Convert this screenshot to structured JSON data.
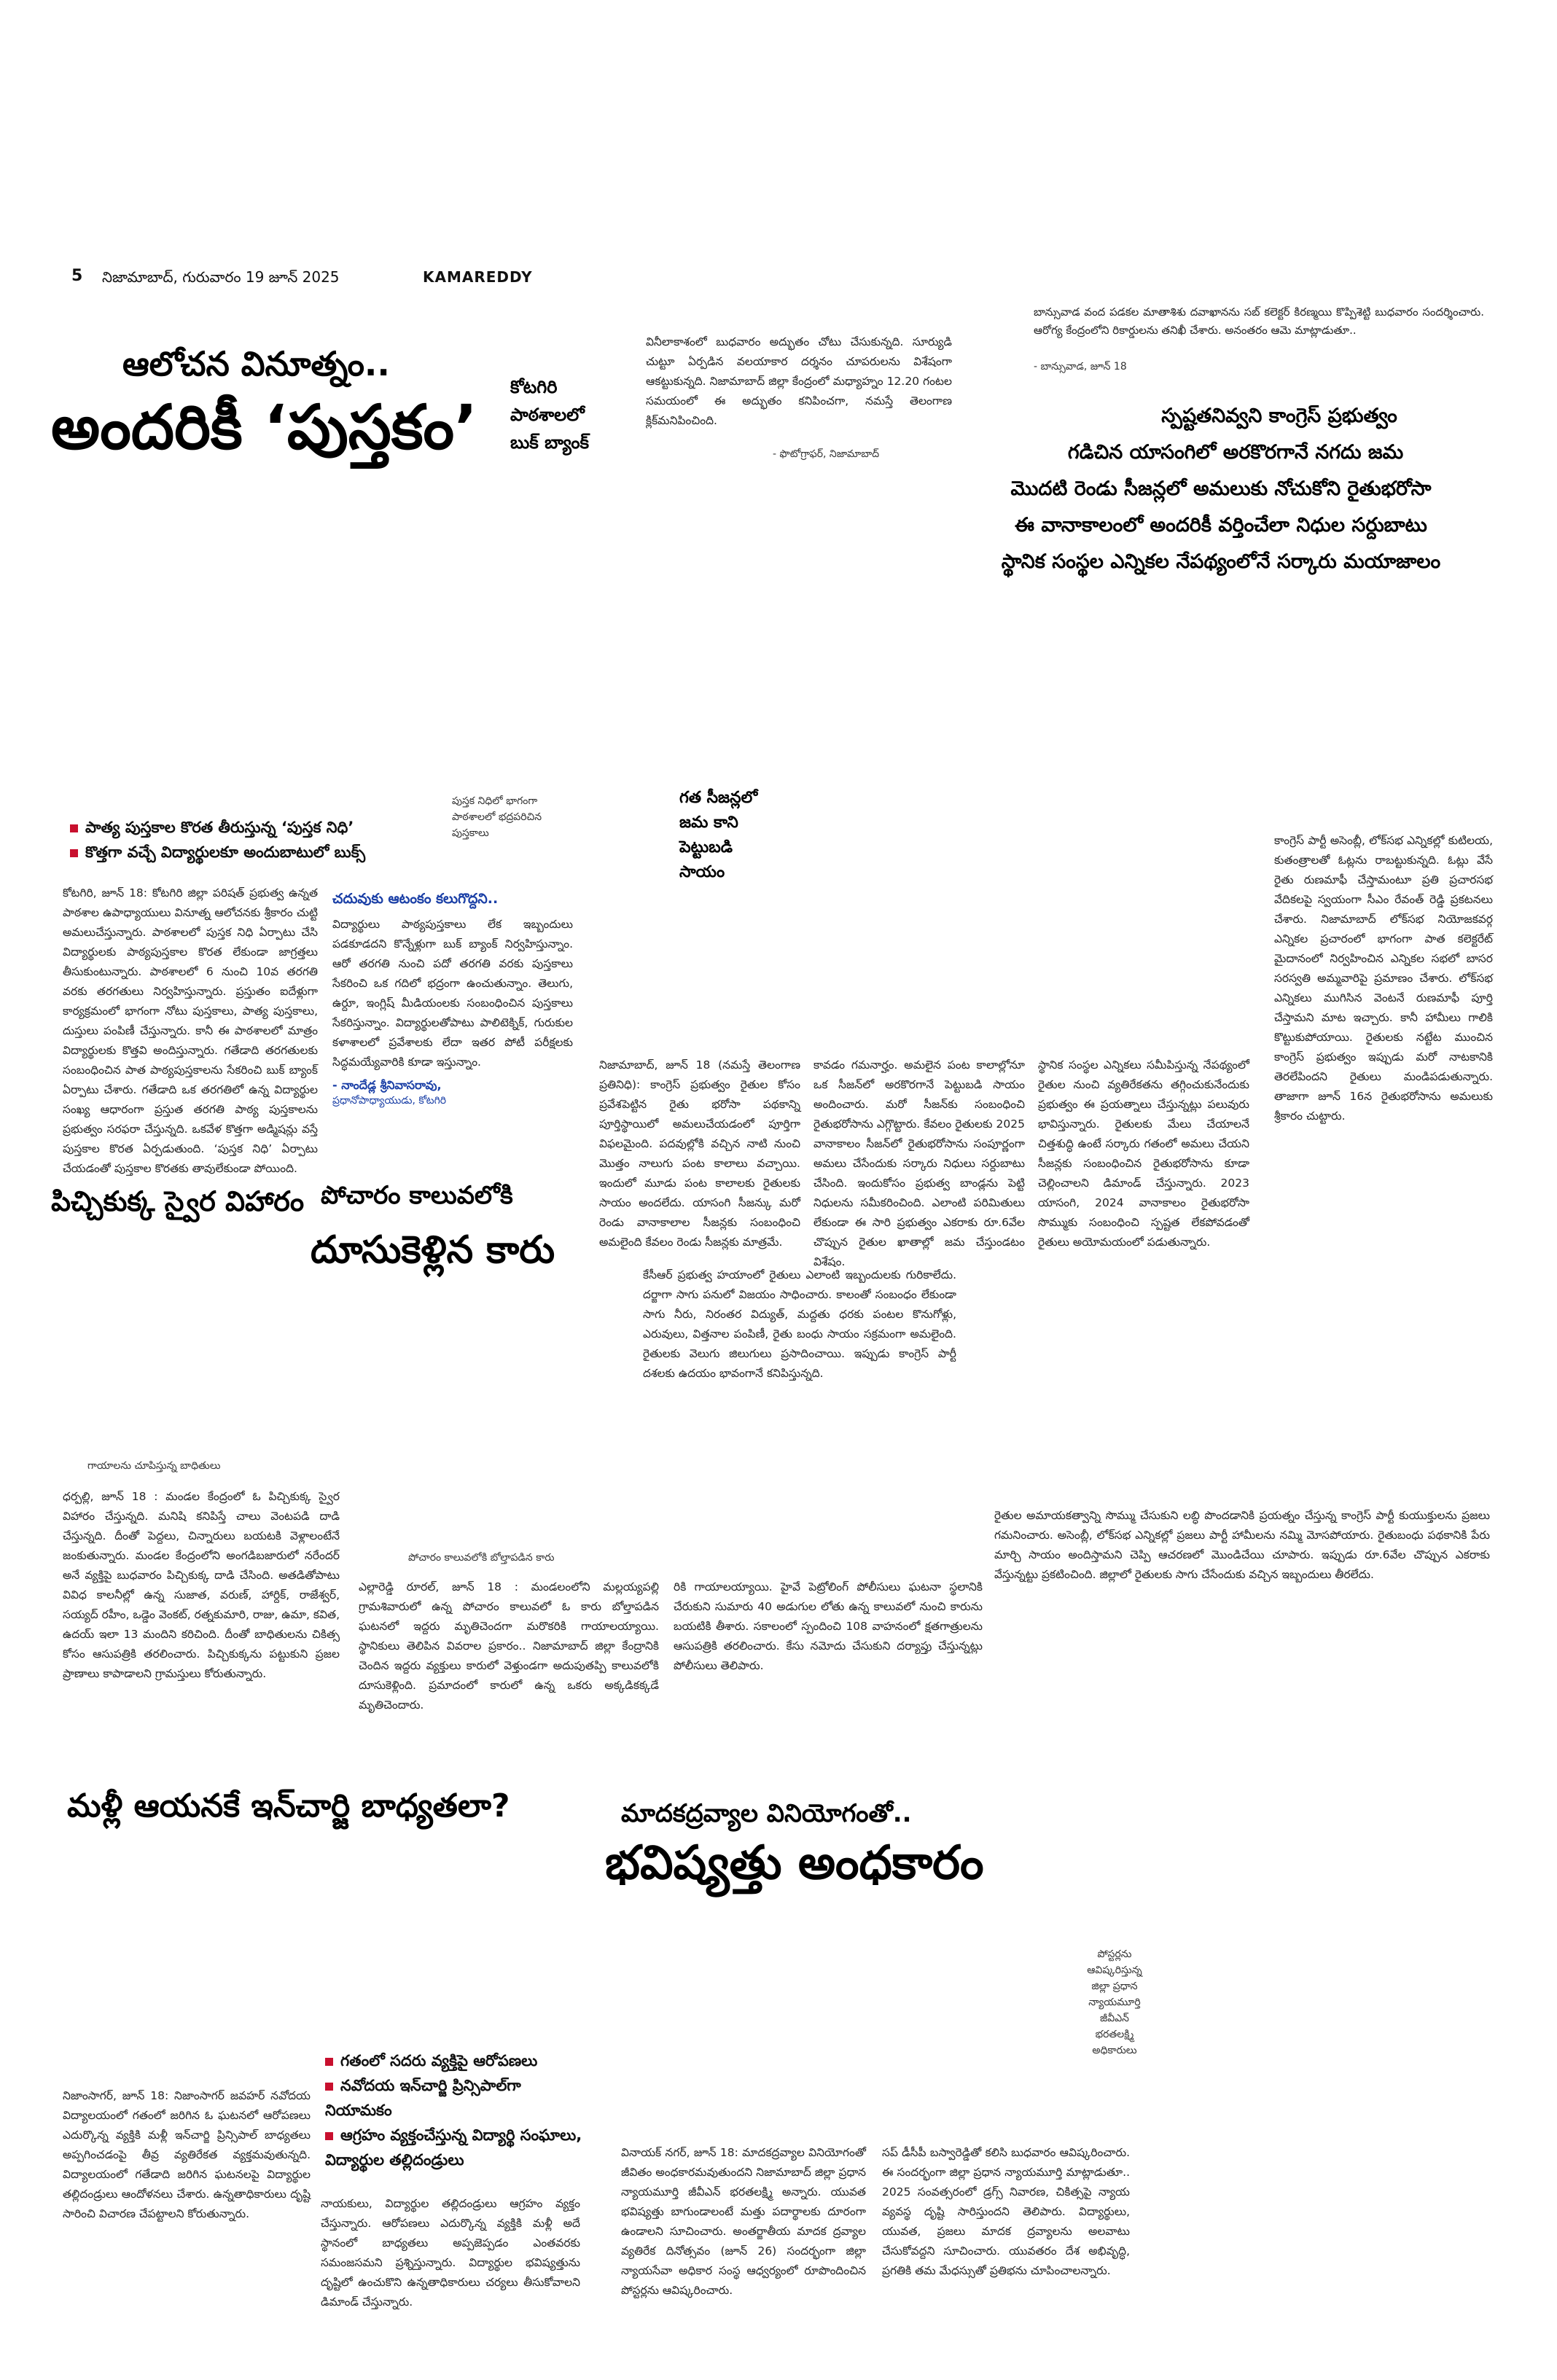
{
  "header": {
    "page_no": "5",
    "dateline": "నిజామాబాద్, గురువారం 19 జూన్ 2025",
    "edition": "KAMAREDDY"
  },
  "book_story": {
    "kicker": "ఆలోచన వినూత్నం..",
    "headline": "అందరికీ ‘పుస్తకం’",
    "side_label": [
      "కోటగిరి",
      "పాఠశాలలో",
      "బుక్ బ్యాంక్"
    ],
    "bullets": [
      "పాత్య పుస్తకాల కొరత తీరుస్తున్న ‘పుస్తక నిధి’",
      "కొత్తగా వచ్చే విద్యార్థులకూ అందుబాటులో బుక్స్"
    ],
    "photo_caption": [
      "పుస్తక నిధిలో భాగంగా",
      "పాఠశాలలో భద్రపరిచిన",
      "పుస్తకాలు"
    ],
    "body": "కోటగిరి, జూన్ 18: కోటగిరి జిల్లా పరిషత్ ప్రభుత్వ ఉన్నత పాఠశాల ఉపాధ్యాయులు వినూత్న ఆలోచనకు శ్రీకారం చుట్టి అమలుచేస్తున్నారు. పాఠశాలలో పుస్తక నిధి ఏర్పాటు చేసి విద్యార్థులకు పాఠ్యపుస్తకాల కొరత లేకుండా జాగ్రత్తలు తీసుకుంటున్నారు. పాఠశాలలో 6 నుంచి 10వ తరగతి వరకు తరగతులు నిర్వహిస్తున్నారు. ప్రస్తుతం ఐదేళ్లుగా కార్యక్రమంలో భాగంగా నోటు పుస్తకాలు, పాత్య పుస్తకాలు, దుస్తులు పంపిణీ చేస్తున్నారు. కానీ ఈ పాఠశాలలో మాత్రం విద్యార్థులకు కొత్తవి అందిస్తున్నారు. గతేడాది తరగతులకు సంబంధించిన పాత పాఠ్యపుస్తకాలను సేకరించి బుక్ బ్యాంక్ ఏర్పాటు చేశారు. గతేడాది ఒక తరగతిలో ఉన్న విద్యార్థుల సంఖ్య ఆధారంగా ప్రస్తుత తరగతి పాఠ్య పుస్తకాలను ప్రభుత్వం సరఫరా చేస్తున్నది. ఒకవేళ కొత్తగా అడ్మిషన్లు వస్తే పుస్తకాల కొరత ఏర్పడుతుంది. ‘పుస్తక నిధి’ ఏర్పాటు చేయడంతో పుస్తకాల కొరతకు తావులేకుండా పోయింది.",
    "sub_head": "చదువుకు ఆటంకం కలుగొద్దని..",
    "sub_body": "విద్యార్థులు పాఠ్యపుస్తకాలు లేక ఇబ్బందులు పడకూడదని కొన్నేళ్లుగా బుక్ బ్యాంక్ నిర్వహిస్తున్నాం. ఆరో తరగతి నుంచి పదో తరగతి వరకు పుస్తకాలు సేకరించి ఒక గదిలో భద్రంగా ఉంచుతున్నాం. తెలుగు, ఉర్దూ, ఇంగ్లిష్ మీడియంలకు సంబంధించిన పుస్తకాలు సేకరిస్తున్నాం. విద్యార్థులతోపాటు పాలిటెక్నిక్, గురుకుల కళాశాలలో ప్రవేశాలకు లేదా ఇతర పోటీ పరీక్షలకు సిద్ధమయ్యేవారికి కూడా ఇస్తున్నాం.",
    "byline_name": "- నాందేడ్ల శ్రీనివాసరావు,",
    "byline_role": "ప్రధానోపాధ్యాయుడు, కోటగిరి"
  },
  "sky_brief": {
    "text": "వినీలాకాశంలో బుధవారం అద్భుతం చోటు చేసుకున్నది. సూర్యుడి చుట్టూ ఏర్పడిన వలయాకార దర్శనం చూపరులను విశేషంగా ఆకట్టుకున్నది. నిజామాబాద్ జిల్లా కేంద్రంలో మధ్యాహ్నం 12.20 గంటల సమయంలో ఈ అద్భుతం కనిపించగా, నమస్తే తెలంగాణ క్లిక్‌మనిపించింది.",
    "credit": "- ఫొటోగ్రాఫర్, నిజామాబాద్"
  },
  "collector_brief": {
    "text": "బాన్సువాడ వంద పడకల మాతాశిశు దవాఖానను సబ్ కలెక్టర్ కిరణ్మయి కొప్పిశెట్టి బుధవారం సందర్శించారు. ఆరోగ్య కేంద్రంలోని రికార్డులను తనిఖీ చేశారు. అనంతరం ఆమె మాట్లాడుతూ..",
    "credit": "- బాన్సువాడ, జూన్ 18"
  },
  "congress_story": {
    "headlines": [
      "స్పష్టతనివ్వని కాంగ్రెస్ ప్రభుత్వం",
      "గడిచిన యాసంగిలో అరకొరగానే నగదు జమ",
      "మొదటి రెండు సీజన్లలో అమలుకు నోచుకోని రైతుభరోసా",
      "ఈ వానాకాలంలో అందరికీ వర్తించేలా నిధుల సర్దుబాటు",
      "స్థానిక సంస్థల ఎన్నికల నేపథ్యంలోనే సర్కారు మయాజాలం"
    ],
    "box_label": [
      "గత సీజన్లలో",
      "జమ కాని",
      "పెట్టుబడి",
      "సాయం"
    ],
    "col1": "నిజామాబాద్, జూన్ 18 (నమస్తే తెలంగాణ ప్రతినిధి): కాంగ్రెస్ ప్రభుత్వం రైతుల కోసం ప్రవేశపెట్టిన రైతు భరోసా పథకాన్ని పూర్తిస్థాయిలో అమలుచేయడంలో పూర్తిగా విఫలమైంది. పదవుల్లోకి వచ్చిన నాటి నుంచి మొత్తం నాలుగు పంట కాలాలు వచ్చాయి. ఇందులో మూడు పంట కాలాలకు రైతులకు సాయం అందలేదు. యాసంగి సీజన్కు మరో రెండు వానాకాలాల సీజన్లకు సంబంధించి అమలైంది కేవలం రెండు సీజన్లకు మాత్రమే.",
    "col2": "కావడం గమనార్హం. అమలైన పంట కాలాల్లోనూ ఒక సీజన్‌లో అరకొరగానే పెట్టుబడి సాయం అందించారు. మరో సీజన్‌కు సంబంధించి రైతుభరోసాను ఎగ్గొట్టారు. కేవలం రైతులకు 2025 వానాకాలం సీజన్‌లో రైతుభరోసాను సంపూర్ణంగా అమలు చేసేందుకు సర్కారు నిధులు సర్దుబాటు చేసింది. ఇందుకోసం ప్రభుత్వ బాండ్లను పెట్టి నిధులను సమీకరించింది. ఎలాంటి పరిమితులు లేకుండా ఈ సారి ప్రభుత్వం ఎకరాకు రూ.6వేల చొప్పున రైతుల ఖాతాల్లో జమ చేస్తుండటం విశేషం.",
    "col3": "స్థానిక సంస్థల ఎన్నికలు సమీపిస్తున్న నేపథ్యంలో రైతుల నుంచి వ్యతిరేకతను తగ్గించుకునేందుకు ప్రభుత్వం ఈ ప్రయత్నాలు చేస్తున్నట్లు పలువురు భావిస్తున్నారు. రైతులకు మేలు చేయాలనే చిత్తశుద్ధి ఉంటే సర్కారు గతంలో అమలు చేయని సీజన్లకు సంబంధించిన రైతుభరోసాను కూడా చెల్లించాలని డిమాండ్ చేస్తున్నారు. 2023 యాసంగి, 2024 వానాకాలం రైతుభరోసా సొమ్ముకు సంబంధించి స్పష్టత లేకపోవడంతో రైతులు అయోమయంలో పడుతున్నారు.",
    "col4": "కాంగ్రెస్ పార్టీ అసెంబ్లీ, లోక్‌సభ ఎన్నికల్లో కుటిలయ, కుతంత్రాలతో ఓట్లను రాబట్టుకున్నది. ఓట్లు వేసే రైతు రుణమాఫీ చేస్తామంటూ ప్రతి ప్రచారసభ వేదికలపై స్వయంగా సీఎం రేవంత్ రెడ్డి ప్రకటనలు చేశారు. నిజామాబాద్ లోక్‌సభ నియోజకవర్గ ఎన్నికల ప్రచారంలో భాగంగా పాత కలెక్టరేట్ మైదానంలో నిర్వహించిన ఎన్నికల సభలో బాసర సరస్వతి అమ్మవారిపై ప్రమాణం చేశారు. లోక్‌సభ ఎన్నికలు ముగిసిన వెంటనే రుణమాఫీ పూర్తి చేస్తామని మాట ఇచ్చారు. కానీ హామీలు గాలికి కొట్టుకుపోయాయి. రైతులకు నట్టేట ముంచిన కాంగ్రెస్ ప్రభుత్వం ఇప్పుడు మరో నాటకానికి తెరలేపిందని రైతులు మండిపడుతున్నారు. తాజాగా జూన్ 16న రైతుభరోసాను అమలుకు శ్రీకారం చుట్టారు.",
    "bottom_col": "కేసీఆర్ ప్రభుత్వ హయాంలో రైతులు ఎలాంటి ఇబ్బందులకు గురికాలేదు. దర్జాగా సాగు పనులో విజయం సాధించారు. కాలంతో సంబంధం లేకుండా సాగు నీరు, నిరంతర విద్యుత్, మద్దతు ధరకు పంటల కొనుగోళ్లు, ఎరువులు, విత్తనాల పంపిణీ, రైతు బంధు సాయం సక్రమంగా అమలైంది. రైతులకు వెలుగు జిలుగులు ప్రసాదించాయి. ఇప్పుడు కాంగ్రెస్ పార్టీ దశలకు ఉదయం భావంగానే కనిపిస్తున్నది.",
    "bottom_col2": "రైతుల అమాయకత్వాన్ని సొమ్ము చేసుకుని లబ్ధి పొందడానికి ప్రయత్నం చేస్తున్న కాంగ్రెస్ పార్టీ కుయుక్తులను ప్రజలు గమనించారు. అసెంబ్లీ, లోక్‌సభ ఎన్నికల్లో ప్రజలు పార్టీ హామీలను నమ్మి మోసపోయారు. రైతుబంధు పథకానికి పేరు మార్చి సాయం అందిస్తామని చెప్పి ఆచరణలో మొండిచేయి చూపారు. ఇప్పుడు రూ.6వేల చొప్పున ఎకరాకు వేస్తున్నట్టు ప్రకటించింది. జిల్లాలో రైతులకు సాగు చేసేందుకు వచ్చిన ఇబ్బందులు తీరలేదు."
  },
  "pichikukka": {
    "headline": "పిచ్చికుక్క స్వైర విహారం",
    "caption": "గాయాలను చూపిస్తున్న బాధితులు",
    "body": "ధర్పల్లి, జూన్ 18 : మండల కేంద్రంలో ఓ పిచ్చికుక్క స్వైర విహారం చేస్తున్నది. మనిషి కనిపిస్తే చాలు వెంటపడి దాడి చేస్తున్నది. దీంతో పెద్దలు, చిన్నారులు బయటకి వెళ్లాలంటేనే జంకుతున్నారు. మండల కేంద్రంలోని అంగడిబజారులో నరేందర్ అనే వ్యక్తిపై బుధవారం పిచ్చికుక్క దాడి చేసింది. అతడితోపాటు వివిధ కాలనీల్లో ఉన్న సుజాత, వరుణ్, హార్దిక్, రాజేశ్వర్, సయ్యద్ రహీం, ఒడ్డెం వెంకట్, రత్నకుమారి, రాజు, ఉమా, కవిత, ఉదయ్ ఇలా 13 మందిని కరిచింది. దీంతో బాధితులను చికిత్స కోసం ఆసుపత్రికి తరలించారు. పిచ్చికుక్కను పట్టుకుని ప్రజల ప్రాణాలు కాపాడాలని గ్రామస్తులు కోరుతున్నారు."
  },
  "pocharam": {
    "headline_1": "పోచారం కాలువలోకి",
    "headline_2": "దూసుకెళ్లిన కారు",
    "caption": "పోచారం కాలువలోకి బోల్తాపడిన కారు",
    "col1": "ఎల్లారెడ్డి రూరల్, జూన్ 18 : మండలంలోని మల్లయ్యపల్లి గ్రామశివారులో ఉన్న పోచారం కాలువలో ఓ కారు బోల్తాపడిన ఘటనలో ఇద్దరు మృతిచెందగా మరొకరికి గాయాలయ్యాయి. స్థానికులు తెలిపిన వివరాల ప్రకారం.. నిజామాబాద్ జిల్లా కేంద్రానికి చెందిన ఇద్దరు వ్యక్తులు కారులో వెళ్తుండగా అదుపుతప్పి కాలువలోకి దూసుకెళ్లింది. ప్రమాదంలో కారులో ఉన్న ఒకరు అక్కడికక్కడే మృతిచెందారు.",
    "col2": "రికి గాయాలయ్యాయి. హైవే పెట్రోలింగ్ పోలీసులు ఘటనా స్థలానికి చేరుకుని సుమారు 40 అడుగుల లోతు ఉన్న కాలువలో నుంచి కారును బయటికి తీశారు. సకాలంలో స్పందించి 108 వాహనంలో క్షతగాత్రులను ఆసుపత్రికి తరలించారు. కేసు నమోదు చేసుకుని దర్యాప్తు చేస్తున్నట్లు పోలీసులు తెలిపారు."
  },
  "navodaya": {
    "headline": "మళ్లీ ఆయనకే ఇన్‌చార్జి బాధ్యతలా?",
    "bullets": [
      "గతంలో సదరు వ్యక్తిపై ఆరోపణలు",
      "నవోదయ ఇన్‌చార్జి ప్రిన్సిపాల్‌గా నియామకం",
      "ఆగ్రహం వ్యక్తంచేస్తున్న విద్యార్థి సంఘాలు, విద్యార్థుల తల్లిదండ్రులు"
    ],
    "body": "నిజాంసాగర్, జూన్ 18: నిజాంసాగర్ జవహర్ నవోదయ విద్యాలయంలో గతంలో జరిగిన ఓ ఘటనలో ఆరోపణలు ఎదుర్కొన్న వ్యక్తికి మళ్లీ ఇన్‌చార్జి ప్రిన్సిపాల్ బాధ్యతలు అప్పగించడంపై తీవ్ర వ్యతిరేకత వ్యక్తమవుతున్నది. విద్యాలయంలో గతేడాది జరిగిన ఘటనలపై విద్యార్థుల తల్లిదండ్రులు ఆందోళనలు చేశారు. ఉన్నతాధికారులు దృష్టి సారించి విచారణ చేపట్టాలని కోరుతున్నారు.",
    "body2": "నాయకులు, విద్యార్థుల తల్లిదండ్రులు ఆగ్రహం వ్యక్తం చేస్తున్నారు. ఆరోపణలు ఎదుర్కొన్న వ్యక్తికి మళ్లీ అదే స్థానంలో బాధ్యతలు అప్పజెప్పడం ఎంతవరకు సమంజసమని ప్రశ్నిస్తున్నారు. విద్యార్థుల భవిష్యత్తును దృష్టిలో ఉంచుకొని ఉన్నతాధికారులు చర్యలు తీసుకోవాలని డిమాండ్ చేస్తున్నారు."
  },
  "drugs": {
    "kicker": "మాదకద్రవ్యాల వినియోగంతో..",
    "headline": "భవిష్యత్తు అంధకారం",
    "photo_caption": [
      "పోస్టర్లను",
      "ఆవిష్కరిస్తున్న",
      "జిల్లా ప్రధాన",
      "న్యాయమూర్తి",
      "జీవీఎన్",
      "భరతలక్ష్మి",
      "అధికారులు"
    ],
    "col1": "వినాయక్ నగర్, జూన్ 18: మాదకద్రవ్యాల వినియోగంతో జీవితం అంధకారమవుతుందని నిజామాబాద్ జిల్లా ప్రధాన న్యాయమూర్తి జీవీఎన్ భరతలక్ష్మి అన్నారు. యువత భవిష్యత్తు బాగుండాలంటే మత్తు పదార్థాలకు దూరంగా ఉండాలని సూచించారు. అంతర్జాతీయ మాదక ద్రవ్యాల వ్యతిరేక దినోత్సవం (జూన్ 26) సందర్భంగా జిల్లా న్యాయసేవా అధికార సంస్థ ఆధ్వర్యంలో రూపొందించిన పోస్టర్లను ఆవిష్కరించారు.",
    "col2": "సప్ డీసీపీ బస్వారెడ్డితో కలిసి బుధవారం ఆవిష్కరించారు. ఈ సందర్భంగా జిల్లా ప్రధాన న్యాయమూర్తి మాట్లాడుతూ.. 2025 సంవత్సరంలో డ్రగ్స్ నివారణ, చికిత్సపై న్యాయ వ్యవస్థ దృష్టి సారిస్తుందని తెలిపారు. విద్యార్థులు, యువత, ప్రజలు మాదక ద్రవ్యాలను అలవాటు చేసుకోవద్దని సూచించారు. యువతరం దేశ అభివృద్ధి, ప్రగతికి తమ మేధస్సుతో ప్రతిభను చూపించాలన్నారు."
  }
}
